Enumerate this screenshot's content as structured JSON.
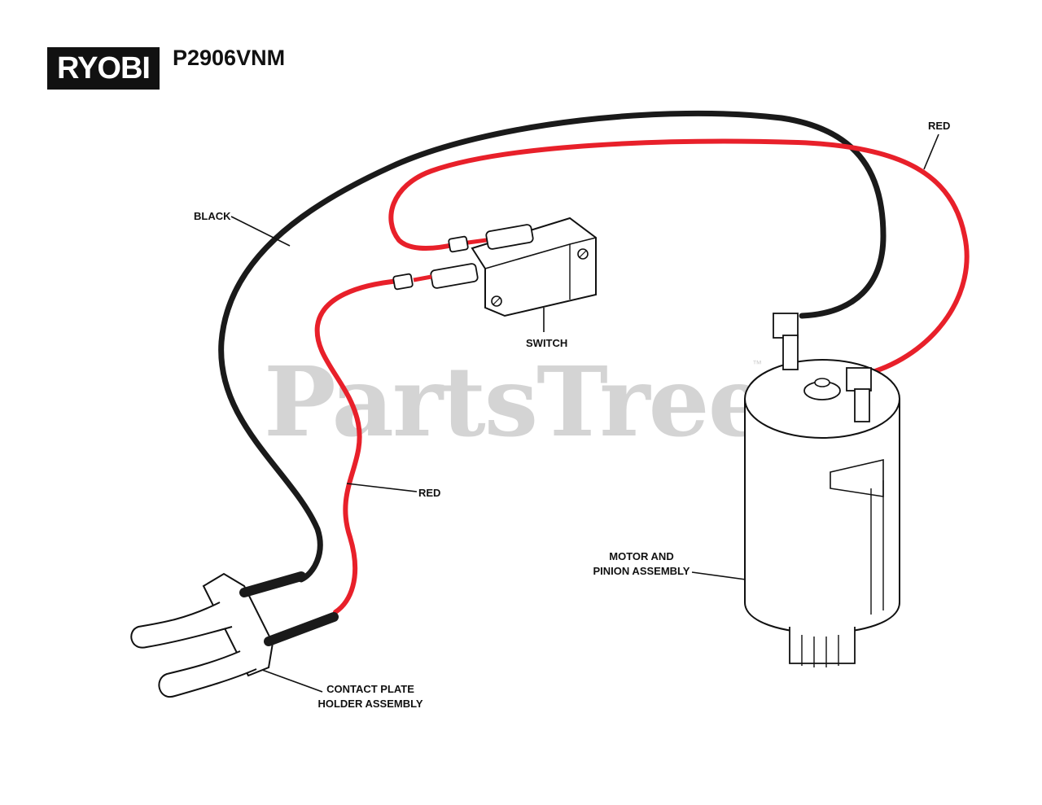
{
  "header": {
    "brand": "RYOBI",
    "model": "P2906VNM"
  },
  "watermark": {
    "text": "PartsTree",
    "trademark": "™"
  },
  "labels": {
    "red_top": "RED",
    "black": "BLACK",
    "switch": "SWITCH",
    "red_middle": "RED",
    "motor_line1": "MOTOR AND",
    "motor_line2": "PINION ASSEMBLY",
    "contact_line1": "CONTACT PLATE",
    "contact_line2": "HOLDER ASSEMBLY"
  },
  "colors": {
    "black_wire": "#1a1a1a",
    "red_wire": "#e8202a",
    "line": "#111111",
    "watermark": "#d4d4d4"
  },
  "icons": {
    "switch": "micro-switch",
    "motor": "dc-motor",
    "contact_plate": "contact-plate-holder"
  }
}
